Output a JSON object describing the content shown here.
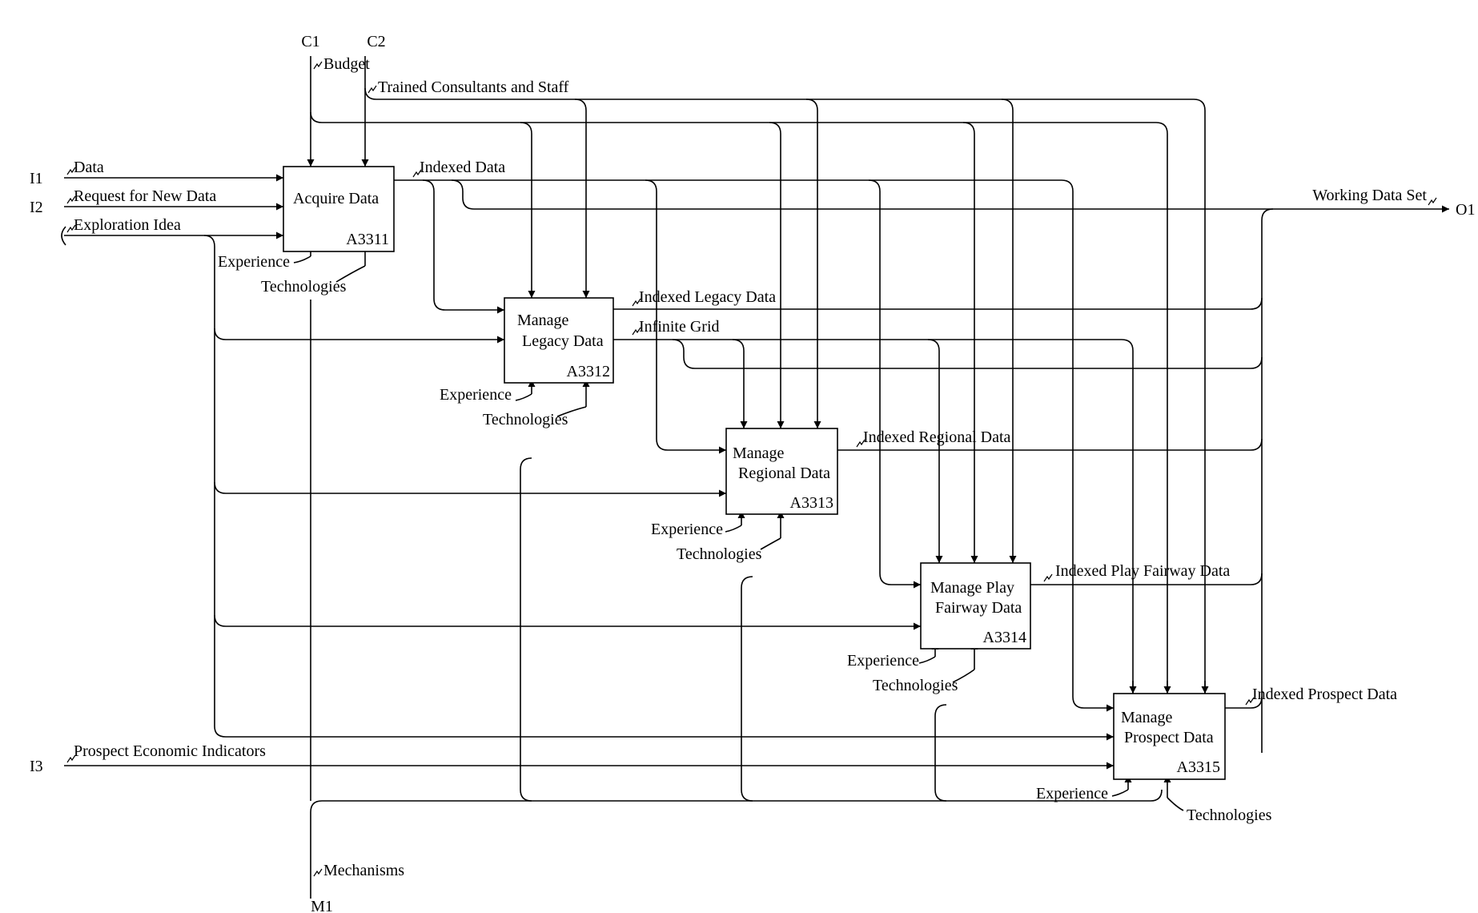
{
  "diagram": {
    "boundary": {
      "i1": "I1",
      "i2": "I2",
      "i3": "I3",
      "c1": "C1",
      "c2": "C2",
      "o1": "O1",
      "m1": "M1"
    },
    "arrows": {
      "data": "Data",
      "request": "Request for New Data",
      "exploration": "Exploration Idea",
      "budget": "Budget",
      "trained": "Trained Consultants and Staff",
      "indexed_data": "Indexed Data",
      "working_set": "Working Data Set",
      "indexed_legacy": "Indexed Legacy Data",
      "infinite_grid": "Infinite Grid",
      "indexed_regional": "Indexed Regional Data",
      "indexed_fairway": "Indexed Play Fairway Data",
      "indexed_prospect": "Indexed Prospect Data",
      "prospect_econ": "Prospect Economic Indicators",
      "mechanisms": "Mechanisms"
    },
    "mech_labels": {
      "experience": "Experience",
      "technologies": "Technologies"
    },
    "boxes": [
      {
        "line1": "Acquire Data",
        "line2": "",
        "node": "A3311"
      },
      {
        "line1": "Manage",
        "line2": "Legacy Data",
        "node": "A3312"
      },
      {
        "line1": "Manage",
        "line2": "Regional Data",
        "node": "A3313"
      },
      {
        "line1": "Manage Play",
        "line2": "Fairway Data",
        "node": "A3314"
      },
      {
        "line1": "Manage",
        "line2": "Prospect Data",
        "node": "A3315"
      }
    ]
  }
}
